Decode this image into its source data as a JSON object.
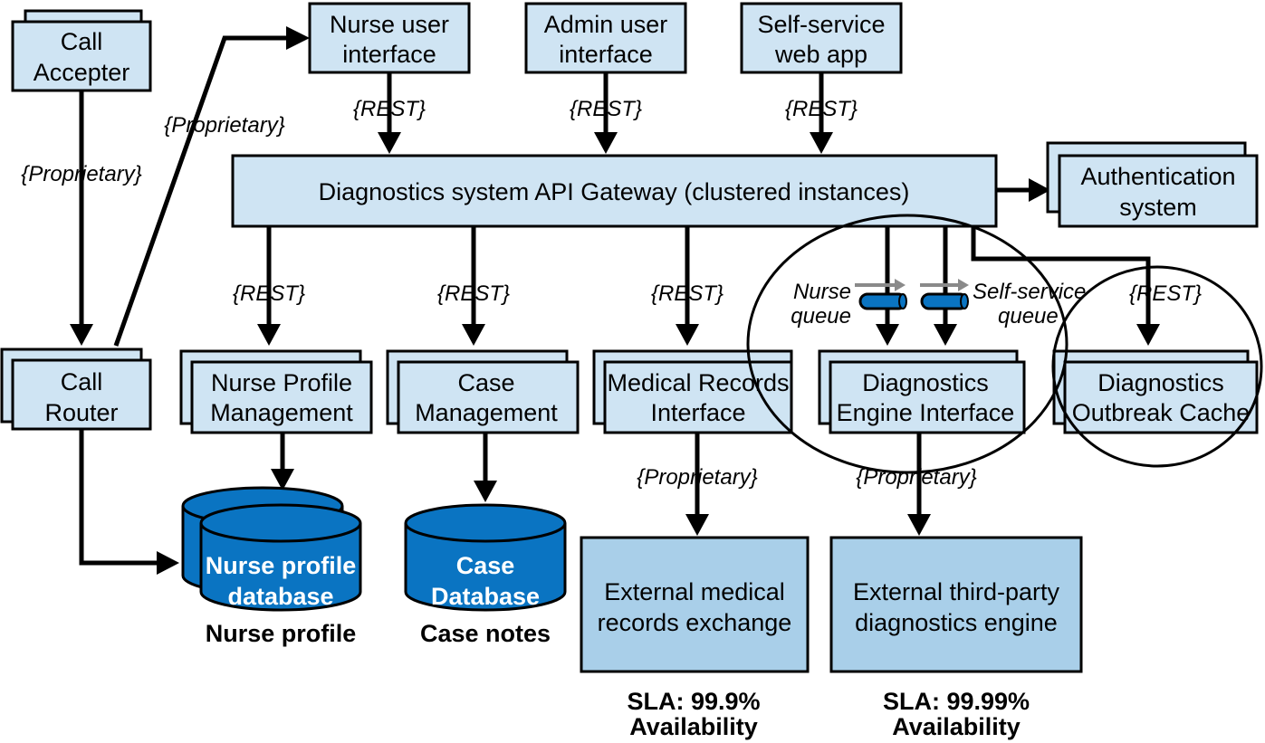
{
  "nodes": {
    "call_accepter": [
      "Call",
      "Accepter"
    ],
    "call_router": [
      "Call",
      "Router"
    ],
    "nurse_ui": [
      "Nurse user",
      "interface"
    ],
    "admin_ui": [
      "Admin user",
      "interface"
    ],
    "selfservice_app": [
      "Self-service",
      "web app"
    ],
    "api_gateway": "Diagnostics system API Gateway (clustered instances)",
    "auth_system": [
      "Authentication",
      "system"
    ],
    "nurse_profile_mgmt": [
      "Nurse Profile",
      "Management"
    ],
    "case_mgmt": [
      "Case",
      "Management"
    ],
    "medical_records_if": [
      "Medical Records",
      "Interface"
    ],
    "diag_engine_if": [
      "Diagnostics",
      "Engine Interface"
    ],
    "diag_outbreak_cache": [
      "Diagnostics",
      "Outbreak Cache"
    ],
    "nurse_profile_db": [
      "Nurse profile",
      "database"
    ],
    "nurse_profile_db_caption": "Nurse profile",
    "case_db": [
      "Case",
      "Database"
    ],
    "case_db_caption": "Case notes",
    "ext_medical": [
      "External medical",
      "records exchange"
    ],
    "ext_diag": [
      "External third-party",
      "diagnostics engine"
    ],
    "sla_medical": [
      "SLA: 99.9%",
      "Availability"
    ],
    "sla_diag": [
      "SLA: 99.99%",
      "Availability"
    ]
  },
  "queues": {
    "nurse": [
      "Nurse",
      "queue"
    ],
    "selfservice": [
      "Self-service",
      "queue"
    ]
  },
  "protocols": {
    "proprietary": "{Proprietary}",
    "rest": "{REST}"
  },
  "colors": {
    "box_fill": "#cfe4f3",
    "external_fill": "#a9cfe9",
    "database_fill": "#0a74c2"
  }
}
